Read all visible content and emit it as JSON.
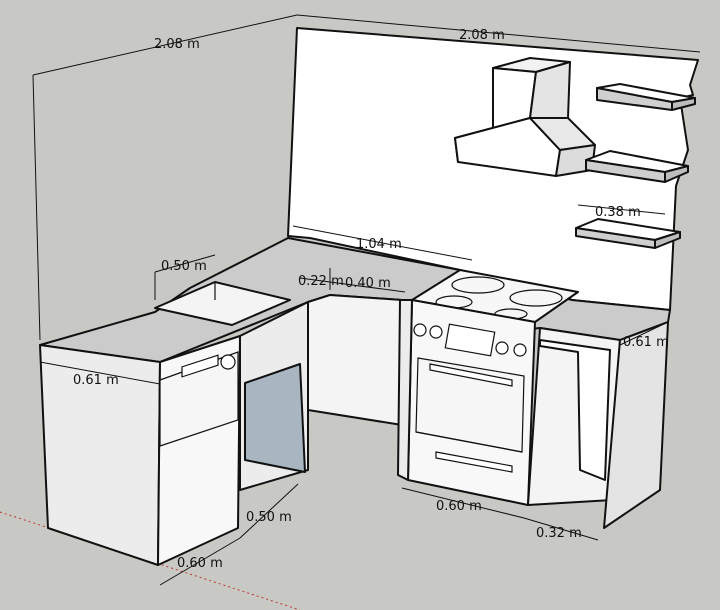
{
  "dimensions": {
    "left_wall_length": "2.08 m",
    "back_wall_length": "2.08 m",
    "counter_back_length": "1.04 m",
    "sink_depth": "0.50 m",
    "gap_small": "0.22 m",
    "gap_medium": "0.40 m",
    "left_cabinet_depth": "0.61 m",
    "right_cabinet_depth": "0.61 m",
    "shelf_depth": "0.38 m",
    "stove_width": "0.60 m",
    "right_gap": "0.32 m",
    "dishwasher_width": "0.60 m",
    "dishwasher_side": "0.50 m"
  },
  "colors": {
    "background": "#c8c8c4",
    "wall": "#ffffff",
    "counter_top": "#cbcbcb",
    "cabinet_front": "#f4f4f4",
    "cabinet_side": "#e6e6e6",
    "glass_panel": "#a9b6c2",
    "axis_red": "#c0392b"
  }
}
